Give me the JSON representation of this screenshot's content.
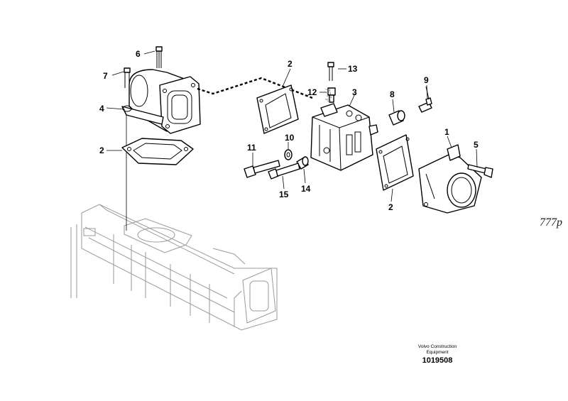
{
  "callouts": [
    {
      "id": "c6a",
      "text": "6"
    },
    {
      "id": "c7",
      "text": "7"
    },
    {
      "id": "c4",
      "text": "4"
    },
    {
      "id": "c2a",
      "text": "2"
    },
    {
      "id": "c2b",
      "text": "2"
    },
    {
      "id": "c13",
      "text": "13"
    },
    {
      "id": "c12",
      "text": "12"
    },
    {
      "id": "c9",
      "text": "9"
    },
    {
      "id": "c3",
      "text": "3"
    },
    {
      "id": "c8",
      "text": "8"
    },
    {
      "id": "c10",
      "text": "10"
    },
    {
      "id": "c11",
      "text": "11"
    },
    {
      "id": "c15",
      "text": "15"
    },
    {
      "id": "c14",
      "text": "14"
    },
    {
      "id": "c1",
      "text": "1"
    },
    {
      "id": "c5",
      "text": "5"
    },
    {
      "id": "c2c",
      "text": "2"
    }
  ],
  "watermark": "777p",
  "publisher": {
    "line1": "Volvo Construction",
    "line2": "Equipment",
    "number": "1019508"
  }
}
